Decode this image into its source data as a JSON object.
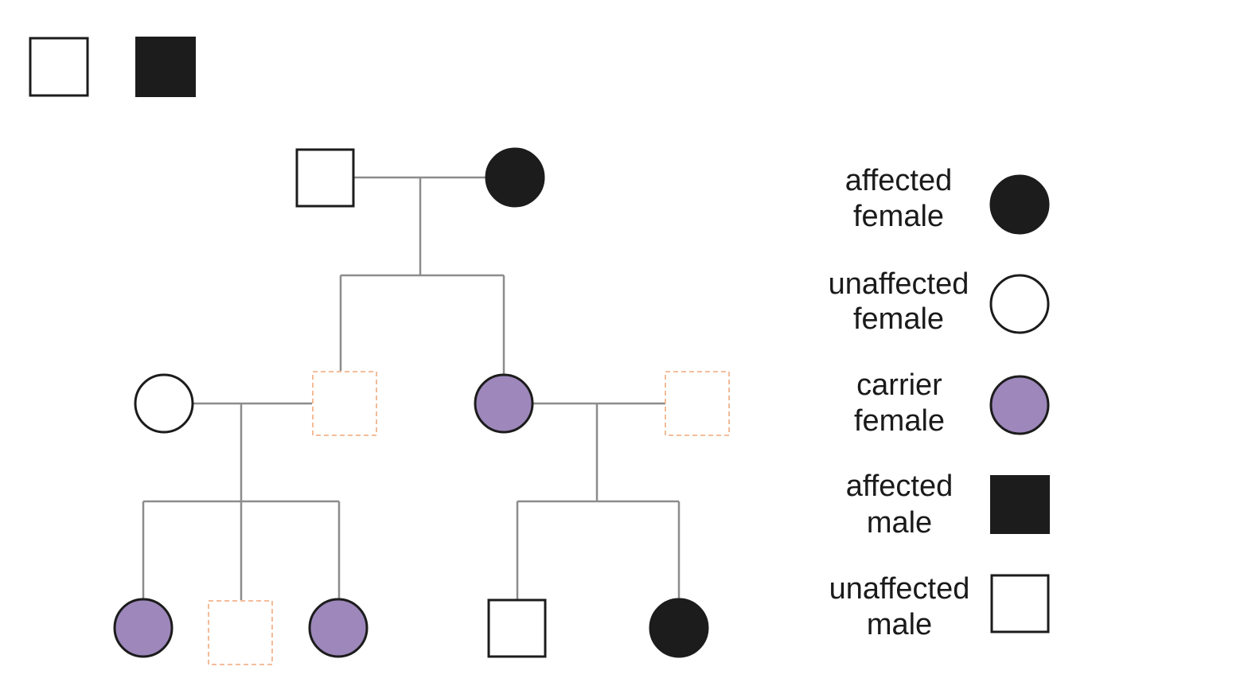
{
  "colors": {
    "affected": "#1c1c1c",
    "unaffected": "#ffffff",
    "carrier": "#9d87bb",
    "outline": "#1c1c1c",
    "connector": "#8c8c8c",
    "placeholder": "#f2b48c"
  },
  "answer_tiles": [
    {
      "id": "tile-unaffected-male",
      "kind": "unaffected-male"
    },
    {
      "id": "tile-affected-male",
      "kind": "affected-male"
    }
  ],
  "legend": {
    "items": [
      {
        "line1": "affected",
        "line2": "female",
        "kind": "affected-female"
      },
      {
        "line1": "unaffected",
        "line2": "female",
        "kind": "unaffected-female"
      },
      {
        "line1": "carrier",
        "line2": "female",
        "kind": "carrier-female"
      },
      {
        "line1": "affected",
        "line2": "male",
        "kind": "affected-male"
      },
      {
        "line1": "unaffected",
        "line2": "male",
        "kind": "unaffected-male"
      }
    ]
  },
  "pedigree": {
    "generation1": [
      {
        "id": "g1-father",
        "kind": "unaffected-male"
      },
      {
        "id": "g1-mother",
        "kind": "affected-female"
      }
    ],
    "generation2": [
      {
        "id": "g2-spouse-left",
        "kind": "unaffected-female"
      },
      {
        "id": "g2-son-blank",
        "kind": "blank-male"
      },
      {
        "id": "g2-daughter",
        "kind": "carrier-female"
      },
      {
        "id": "g2-spouse-right-blank",
        "kind": "blank-male"
      }
    ],
    "generation3": [
      {
        "id": "g3-a",
        "kind": "carrier-female"
      },
      {
        "id": "g3-b-blank",
        "kind": "blank-male"
      },
      {
        "id": "g3-c",
        "kind": "carrier-female"
      },
      {
        "id": "g3-d",
        "kind": "unaffected-male"
      },
      {
        "id": "g3-e",
        "kind": "affected-female"
      }
    ]
  }
}
